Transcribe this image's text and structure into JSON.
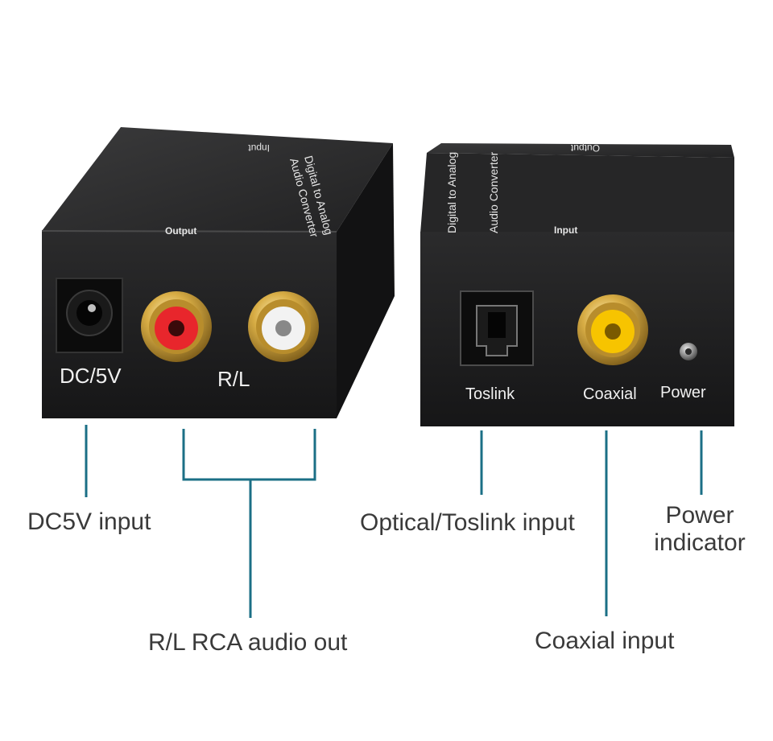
{
  "left_device": {
    "top_text_line1": "Digital to Analog",
    "top_text_line2": "Audio Converter",
    "top_input_text": "Input",
    "output_label": "Output",
    "dc_label": "DC/5V",
    "rl_label": "R/L"
  },
  "right_device": {
    "top_text_line1": "Digital to Analog",
    "top_text_line2": "Audio Converter",
    "top_output_text": "Output",
    "input_label": "Input",
    "toslink_label": "Toslink",
    "coaxial_label": "Coaxial",
    "power_label": "Power"
  },
  "callouts": {
    "dc5v": "DC5V input",
    "rca_out": "R/L RCA audio out",
    "optical": "Optical/Toslink input",
    "power_line1": "Power",
    "power_line2": "indicator",
    "coaxial": "Coaxial input"
  },
  "colors": {
    "device_body": "#1f1f20",
    "device_top": "#2a2a2b",
    "callout_line": "#1b6f86",
    "jack_red": "#e8262c",
    "jack_white": "#f2f2f2",
    "jack_yellow": "#f7c400",
    "gold": "#c9a13a"
  }
}
